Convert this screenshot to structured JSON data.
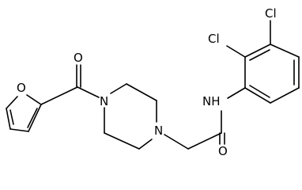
{
  "molecule": {
    "atom_labels": {
      "o_furan": "O",
      "o_carbonyl_left": "O",
      "n_piperazine_left": "N",
      "n_piperazine_right": "N",
      "o_carbonyl_right": "O",
      "nh": "NH",
      "cl_top": "Cl",
      "cl_mid": "Cl"
    }
  },
  "colors": {
    "bond": "#000000",
    "background": "#ffffff"
  }
}
